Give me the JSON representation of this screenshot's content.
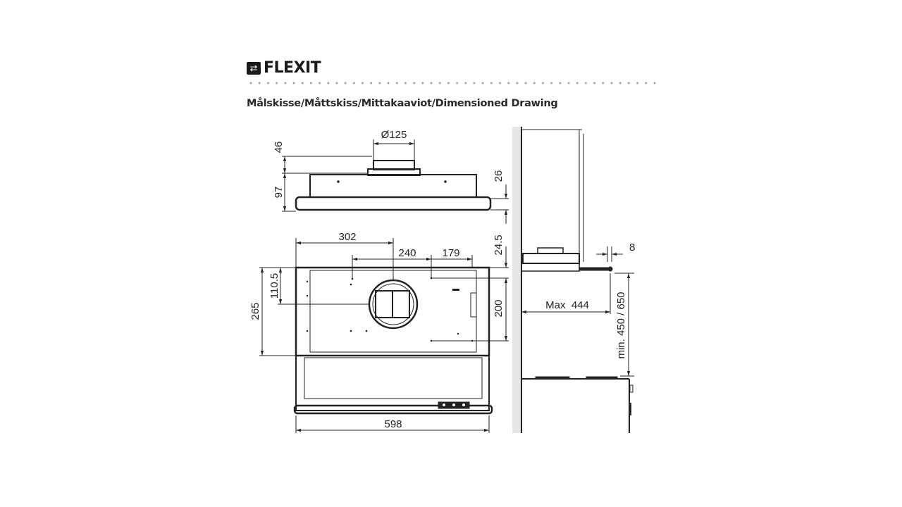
{
  "brand": {
    "name": "FLEXIT"
  },
  "title": "Målskisse/Måttskiss/Mittakaaviot/Dimensioned Drawing",
  "dimensions": {
    "duct_diameter": "Ø125",
    "duct_height": "46",
    "body_height": "97",
    "plate_thickness": "26",
    "width_to_center": "302",
    "hole_spacing_a": "240",
    "hole_spacing_b": "179",
    "top_offset": "24.5",
    "center_height": "110.5",
    "total_depth": "265",
    "hole_vertical": "200",
    "total_width": "598",
    "max_extension": "Max  444",
    "mount_height": "min. 450 / 650",
    "front_overhang": "8"
  }
}
